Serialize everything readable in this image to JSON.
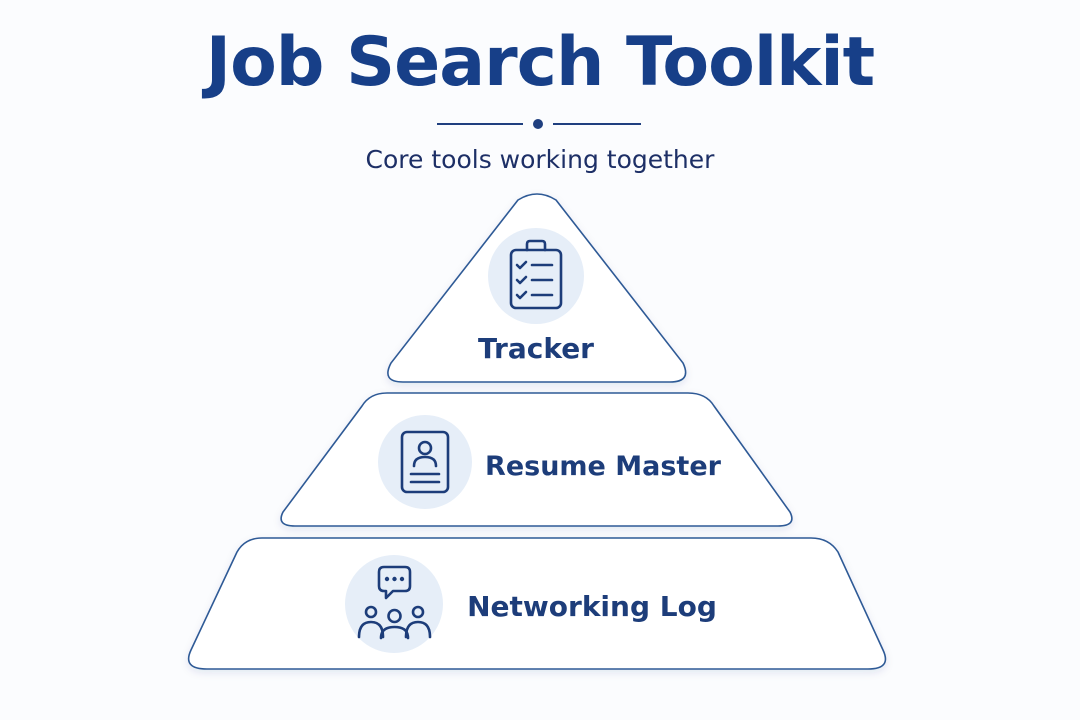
{
  "header": {
    "title": "Job Search Toolkit",
    "subtitle": "Core tools working together"
  },
  "tiers": [
    {
      "label": "Tracker",
      "icon": "clipboard-checklist-icon"
    },
    {
      "label": "Resume Master",
      "icon": "resume-document-icon"
    },
    {
      "label": "Networking Log",
      "icon": "people-chat-icon"
    }
  ],
  "colors": {
    "title": "#173f88",
    "text": "#1d3d7a",
    "outline": "#2f5a96",
    "icon_circle": "#e6eef8",
    "background": "#fbfcfe"
  }
}
